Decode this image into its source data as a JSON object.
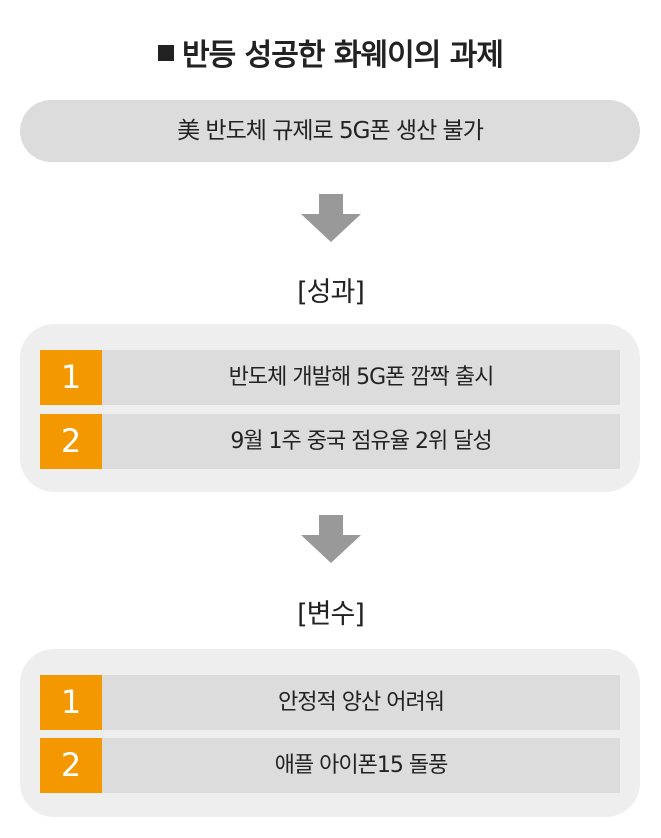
{
  "title": "반등 성공한 화웨이의 과제",
  "premise": "美 반도체 규제로 5G폰 생산 불가",
  "sections": [
    {
      "label": "[성과]",
      "items": [
        {
          "num": "1",
          "text": "반도체 개발해 5G폰 깜짝 출시"
        },
        {
          "num": "2",
          "text": "9월 1주 중국 점유율 2위 달성"
        }
      ]
    },
    {
      "label": "[변수]",
      "items": [
        {
          "num": "1",
          "text": "안정적 양산 어려워"
        },
        {
          "num": "2",
          "text": "애플 아이폰15 돌풍"
        }
      ]
    }
  ],
  "colors": {
    "accent": "#f39800",
    "row": "#dcdcdc",
    "panel": "#eeeeee",
    "arrow": "#999999"
  }
}
